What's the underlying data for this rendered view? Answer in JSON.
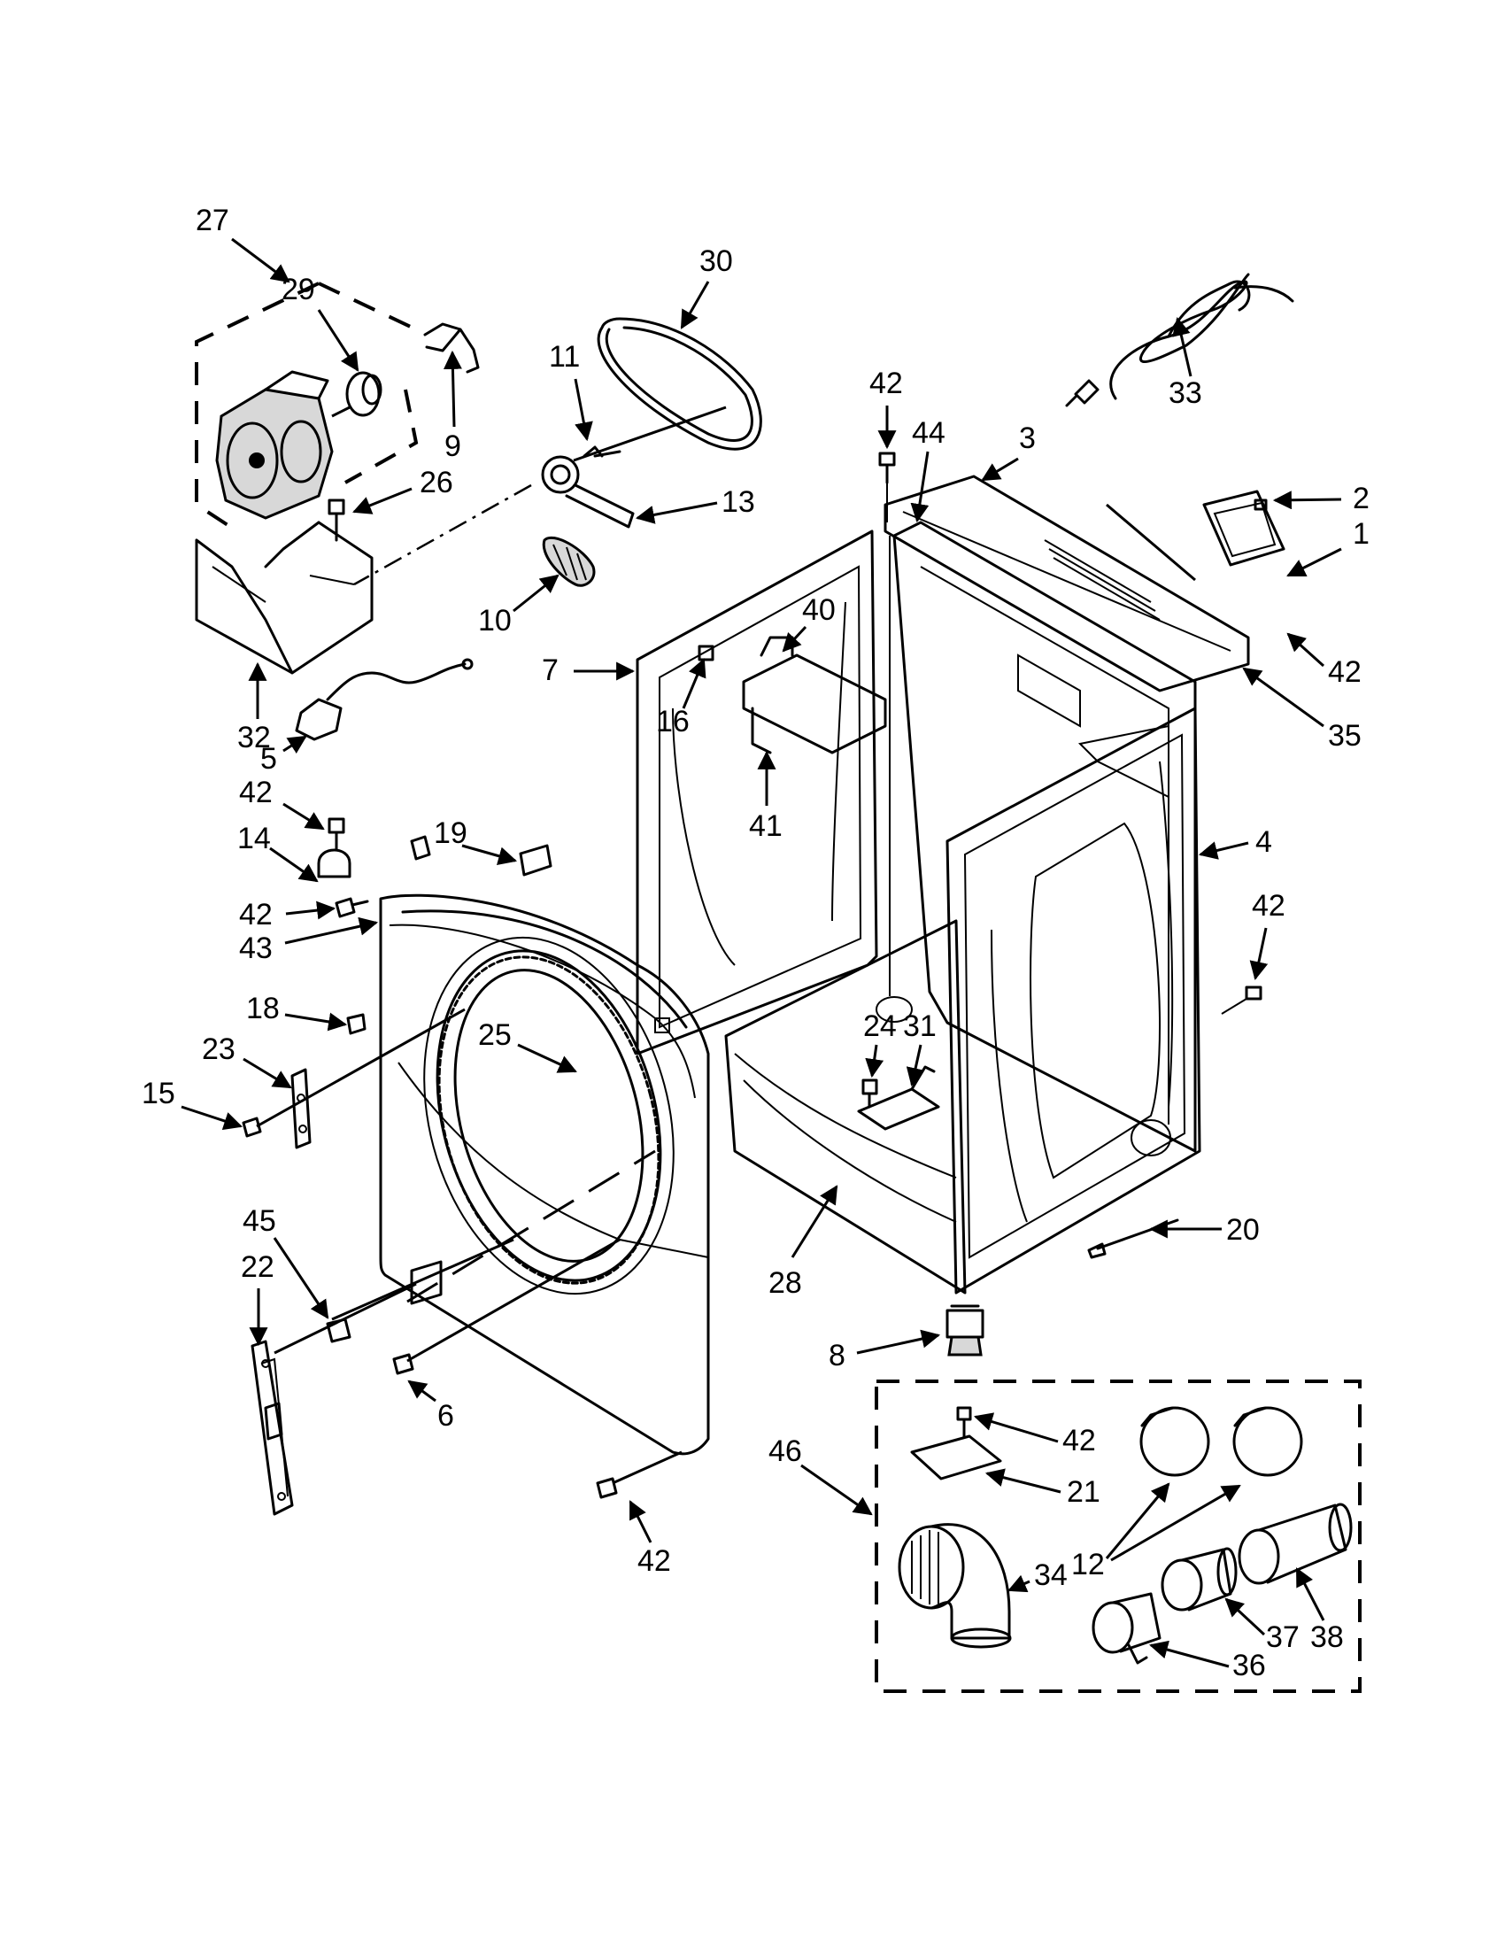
{
  "diagram": {
    "callouts": [
      "1",
      "2",
      "3",
      "4",
      "5",
      "6",
      "7",
      "8",
      "9",
      "10",
      "11",
      "12",
      "13",
      "14",
      "15",
      "16",
      "18",
      "19",
      "20",
      "21",
      "22",
      "23",
      "24",
      "25",
      "26",
      "27",
      "28",
      "29",
      "30",
      "31",
      "32",
      "33",
      "34",
      "35",
      "36",
      "37",
      "38",
      "40",
      "41",
      "42",
      "43",
      "44",
      "45",
      "46"
    ]
  },
  "labels": {
    "n1": "1",
    "n2": "2",
    "n3": "3",
    "n4": "4",
    "n5": "5",
    "n6": "6",
    "n7": "7",
    "n8": "8",
    "n9": "9",
    "n10": "10",
    "n11": "11",
    "n12": "12",
    "n13": "13",
    "n14": "14",
    "n15": "15",
    "n16": "16",
    "n18": "18",
    "n19": "19",
    "n20": "20",
    "n21": "21",
    "n22": "22",
    "n23": "23",
    "n24": "24",
    "n25": "25",
    "n26": "26",
    "n27": "27",
    "n28": "28",
    "n29": "29",
    "n30": "30",
    "n31": "31",
    "n32": "32",
    "n33": "33",
    "n34": "34",
    "n35": "35",
    "n36": "36",
    "n37": "37",
    "n38": "38",
    "n40": "40",
    "n41": "41",
    "n42": "42",
    "n43": "43",
    "n44": "44",
    "n45": "45",
    "n46": "46"
  }
}
